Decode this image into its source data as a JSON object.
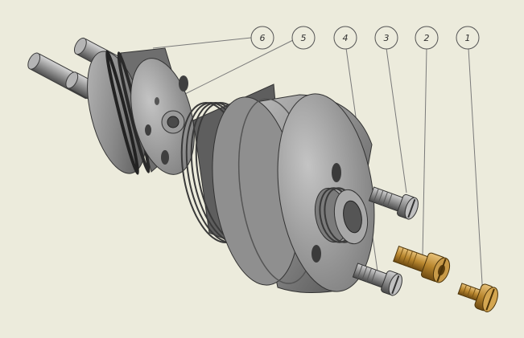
{
  "colors": {
    "background": "#ecebdc",
    "body_gray": "#8c8c8c",
    "dark_gray": "#4a4a4a",
    "brass": "#b8862e",
    "leader": "#7a7a7a"
  },
  "balloons": [
    {
      "number": "6",
      "part": "back-plug"
    },
    {
      "number": "5",
      "part": "center-insert"
    },
    {
      "number": "4",
      "part": "lower-slotted-screw"
    },
    {
      "number": "3",
      "part": "upper-slotted-screw"
    },
    {
      "number": "2",
      "part": "brass-nozzle"
    },
    {
      "number": "1",
      "part": "brass-slotted-screw"
    }
  ]
}
